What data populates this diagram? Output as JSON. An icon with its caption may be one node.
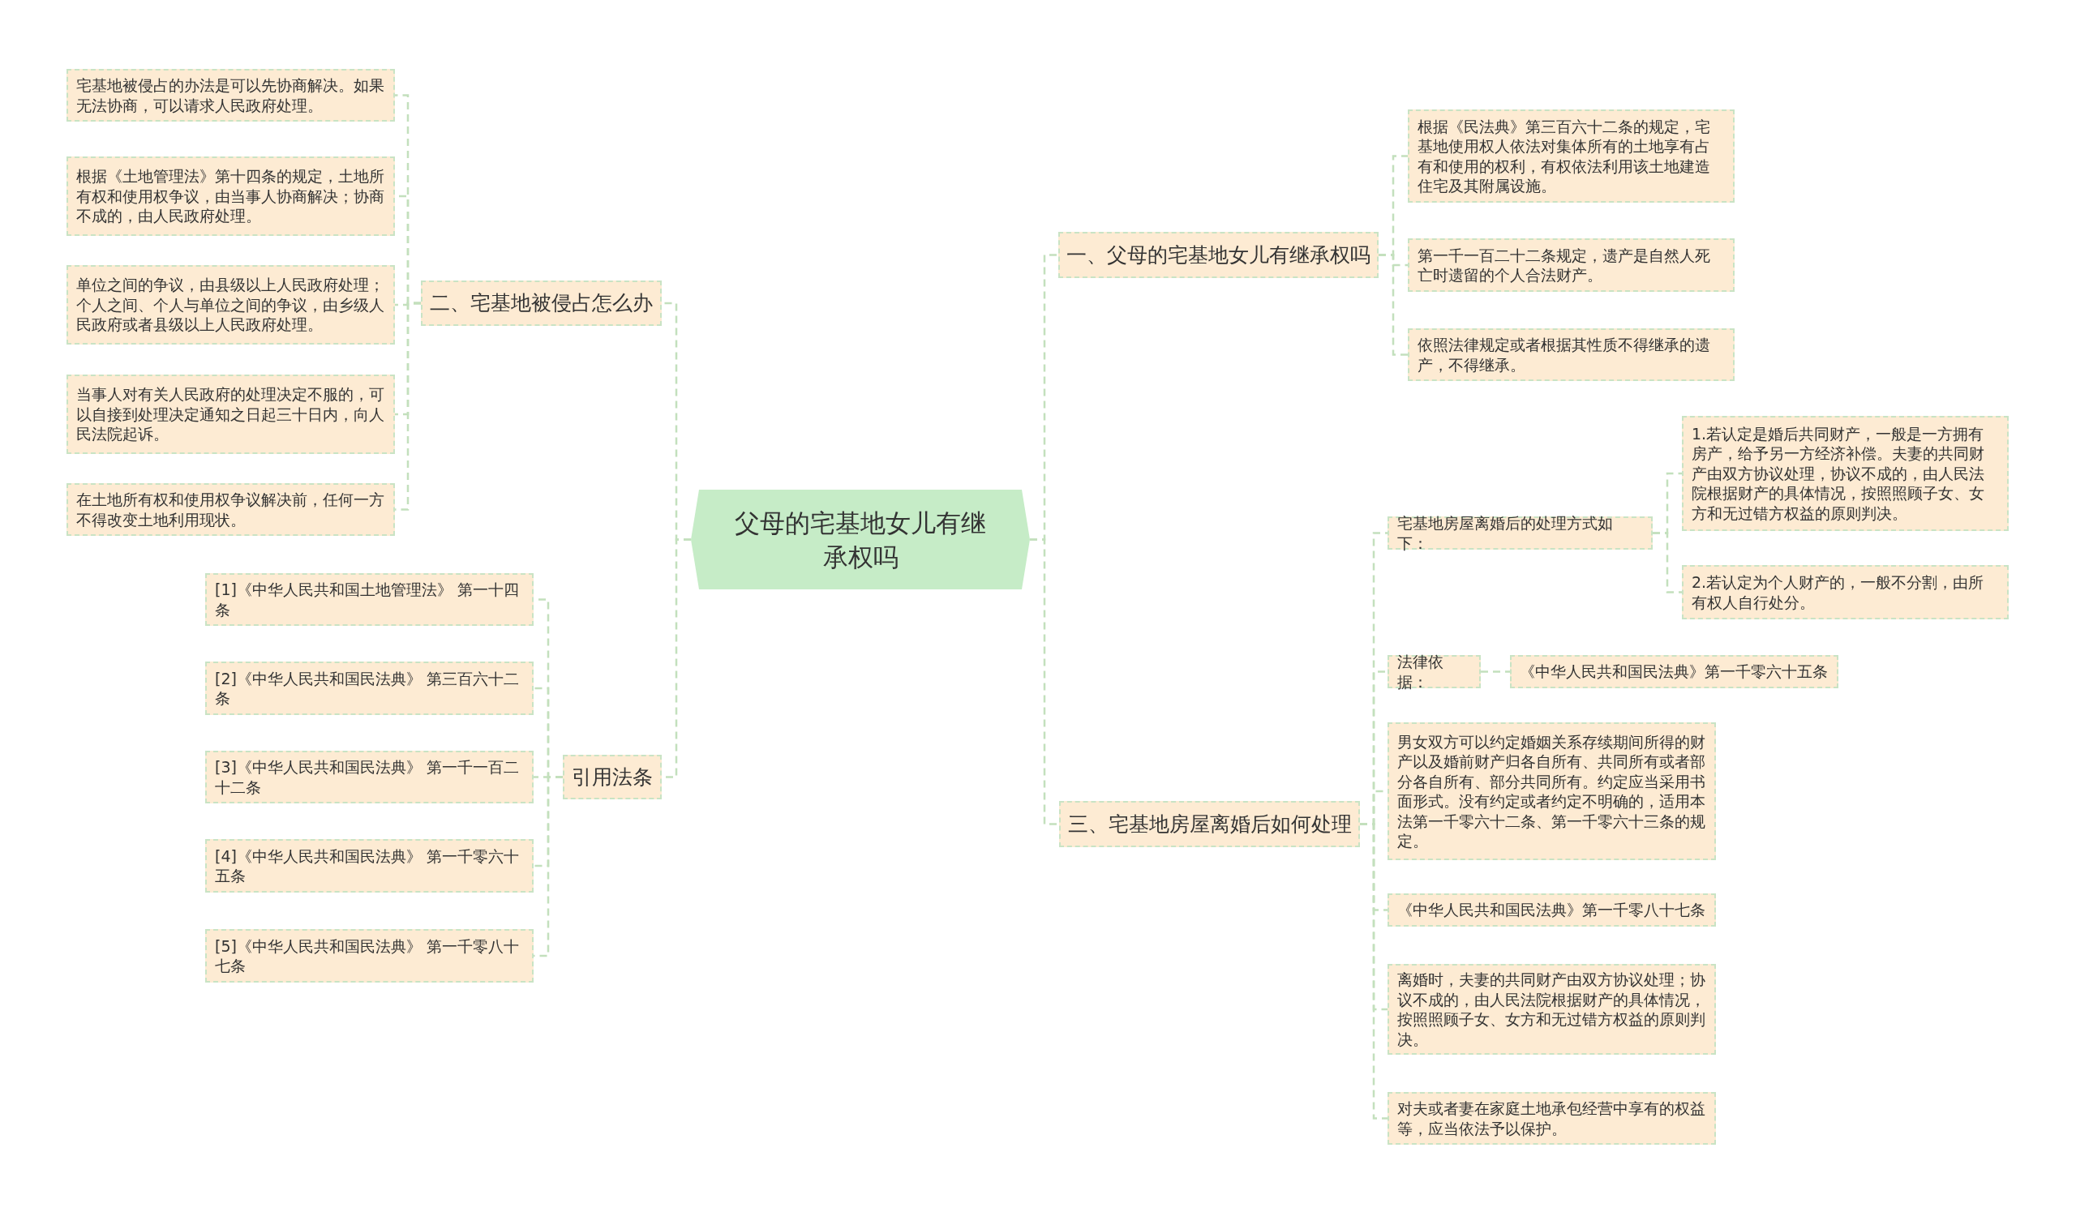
{
  "diagram": {
    "nodes": [
      {
        "text": [
          "父母的宅基地女儿有继承权吗"
        ]
      },
      {
        "text": [
          "一、父母的宅基地女儿有继承权吗"
        ]
      },
      {
        "text": [
          "根据《民法典》第三百六十二条的规定，宅基地使用权人依法对集体所有的土地享有占有和使用的权利，有权依法利用该土地建造住宅及其附属设施。"
        ]
      },
      {
        "text": [
          "第一千一百二十二条规定，遗产是自然人死亡时遗留的个人合法财产。"
        ]
      },
      {
        "text": [
          "依照法律规定或者根据其性质不得继承的遗产，不得继承。"
        ]
      },
      {
        "text": [
          "三、宅基地房屋离婚后如何处理"
        ]
      },
      {
        "text": [
          "宅基地房屋离婚后的处理方式如下："
        ]
      },
      {
        "text": [
          "1.若认定是婚后共同财产，一般是一方拥有房产，给予另一方经济补偿。夫妻的共同财产由双方协议处理，协议不成的，由人民法院根据财产的具体情况，按照照顾子女、女方和无过错方权益的原则判决。"
        ]
      },
      {
        "text": [
          "2.若认定为个人财产的，一般不分割，由所有权人自行处分。"
        ]
      },
      {
        "text": [
          "法律依据："
        ]
      },
      {
        "text": [
          "《中华人民共和国民法典》第一千零六十五条"
        ]
      },
      {
        "text": [
          "男女双方可以约定婚姻关系存续期间所得的财产以及婚前财产归各自所有、共同所有或者部分各自所有、部分共同所有。约定应当采用书面形式。没有约定或者约定不明确的，适用本法第一千零六十二条、第一千零六十三条的规定。"
        ]
      },
      {
        "text": [
          "《中华人民共和国民法典》第一千零八十七条"
        ]
      },
      {
        "text": [
          "离婚时，夫妻的共同财产由双方协议处理；协议不成的，由人民法院根据财产的具体情况，按照照顾子女、女方和无过错方权益的原则判决。"
        ]
      },
      {
        "text": [
          "对夫或者妻在家庭土地承包经营中享有的权益等，应当依法予以保护。"
        ]
      },
      {
        "text": [
          "二、宅基地被侵占怎么办"
        ]
      },
      {
        "text": [
          "宅基地被侵占的办法是可以先协商解决。如果无法协商，可以请求人民政府处理。"
        ]
      },
      {
        "text": [
          "根据《土地管理法》第十四条的规定，土地所有权和使用权争议，由当事人协商解决；协商不成的，由人民政府处理。"
        ]
      },
      {
        "text": [
          "单位之间的争议，由县级以上人民政府处理；个人之间、个人与单位之间的争议，由乡级人民政府或者县级以上人民政府处理。"
        ]
      },
      {
        "text": [
          "当事人对有关人民政府的处理决定不服的，可以自接到处理决定通知之日起三十日内，向人民法院起诉。"
        ]
      },
      {
        "text": [
          "在土地所有权和使用权争议解决前，任何一方不得改变土地利用现状。"
        ]
      },
      {
        "text": [
          "引用法条"
        ]
      },
      {
        "text": [
          "[1]《中华人民共和国土地管理法》 第一十四条"
        ]
      },
      {
        "text": [
          "[2]《中华人民共和国民法典》 第三百六十二条"
        ]
      },
      {
        "text": [
          "[3]《中华人民共和国民法典》 第一千一百二十二条"
        ]
      },
      {
        "text": [
          "[4]《中华人民共和国民法典》 第一千零六十五条"
        ]
      },
      {
        "text": [
          "[5]《中华人民共和国民法典》 第一千零八十七条"
        ]
      }
    ],
    "edges": [
      {
        "from": 0,
        "to": 1,
        "arrow": "none",
        "style": "dashed"
      },
      {
        "from": 1,
        "to": 2,
        "arrow": "none",
        "style": "dashed"
      },
      {
        "from": 1,
        "to": 3,
        "arrow": "none",
        "style": "dashed"
      },
      {
        "from": 1,
        "to": 4,
        "arrow": "none",
        "style": "dashed"
      },
      {
        "from": 0,
        "to": 5,
        "arrow": "none",
        "style": "dashed"
      },
      {
        "from": 5,
        "to": 6,
        "arrow": "none",
        "style": "dashed"
      },
      {
        "from": 6,
        "to": 7,
        "arrow": "none",
        "style": "dashed"
      },
      {
        "from": 6,
        "to": 8,
        "arrow": "none",
        "style": "dashed"
      },
      {
        "from": 5,
        "to": 9,
        "arrow": "none",
        "style": "dashed"
      },
      {
        "from": 9,
        "to": 10,
        "arrow": "none",
        "style": "dashed"
      },
      {
        "from": 5,
        "to": 11,
        "arrow": "none",
        "style": "dashed"
      },
      {
        "from": 5,
        "to": 12,
        "arrow": "none",
        "style": "dashed"
      },
      {
        "from": 5,
        "to": 13,
        "arrow": "none",
        "style": "dashed"
      },
      {
        "from": 5,
        "to": 14,
        "arrow": "none",
        "style": "dashed"
      },
      {
        "from": 0,
        "to": 15,
        "arrow": "none",
        "style": "dashed"
      },
      {
        "from": 15,
        "to": 16,
        "arrow": "none",
        "style": "dashed"
      },
      {
        "from": 15,
        "to": 17,
        "arrow": "none",
        "style": "dashed"
      },
      {
        "from": 15,
        "to": 18,
        "arrow": "none",
        "style": "dashed"
      },
      {
        "from": 15,
        "to": 19,
        "arrow": "none",
        "style": "dashed"
      },
      {
        "from": 15,
        "to": 20,
        "arrow": "none",
        "style": "dashed"
      },
      {
        "from": 0,
        "to": 21,
        "arrow": "none",
        "style": "dashed"
      },
      {
        "from": 21,
        "to": 22,
        "arrow": "none",
        "style": "dashed"
      },
      {
        "from": 21,
        "to": 23,
        "arrow": "none",
        "style": "dashed"
      },
      {
        "from": 21,
        "to": 24,
        "arrow": "none",
        "style": "dashed"
      },
      {
        "from": 21,
        "to": 25,
        "arrow": "none",
        "style": "dashed"
      },
      {
        "from": 21,
        "to": 26,
        "arrow": "none",
        "style": "dashed"
      }
    ]
  }
}
